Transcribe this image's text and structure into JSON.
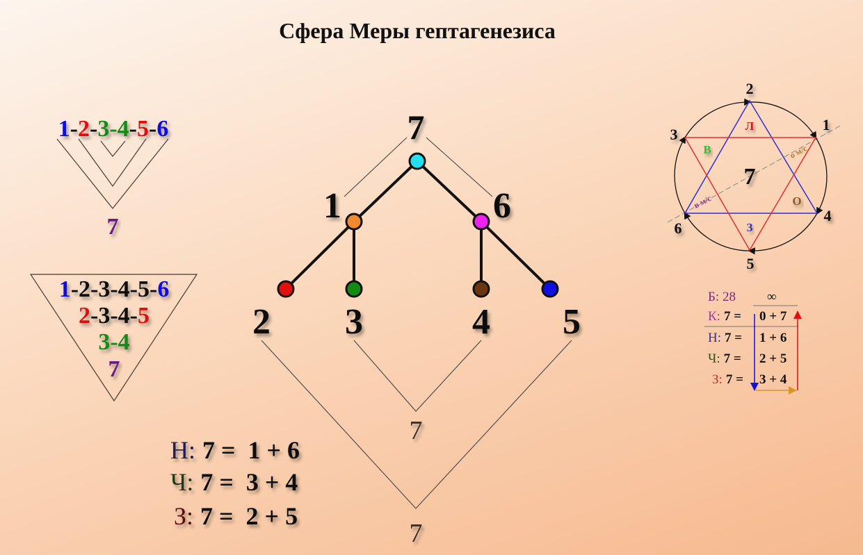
{
  "title": "Сфера Меры гептагенезиса",
  "colors": {
    "blue": "#1010e0",
    "red": "#e01010",
    "green": "#138a13",
    "purple": "#6a1a8a",
    "black": "#111111"
  },
  "left_top": {
    "seq": [
      "1",
      "-",
      "2",
      "-",
      "3",
      "-4",
      "-",
      "5",
      "-",
      "6"
    ],
    "result": "7"
  },
  "left_triangle": {
    "line1": [
      "1",
      "-2-3-4-5-",
      "6"
    ],
    "line2": [
      "2",
      "-3-4-",
      "5"
    ],
    "line3": "3-4",
    "line4": "7"
  },
  "tree": {
    "top": "7",
    "left": "1",
    "right": "6",
    "leaves": [
      "2",
      "3",
      "4",
      "5"
    ],
    "node_colors": [
      "#22e0f0",
      "#f08a30",
      "#ee22ee",
      "#e01010",
      "#138a13",
      "#6b3510",
      "#1010e0"
    ],
    "inner_sum": "7",
    "outer_sum": "7"
  },
  "equations_left": [
    {
      "label": "Н:",
      "eq": "7 =  1 + 6"
    },
    {
      "label": "Ч:",
      "eq": "7 =  3 + 4"
    },
    {
      "label": "З:",
      "eq": "7 =  2 + 5"
    }
  ],
  "star": {
    "points": [
      "1",
      "2",
      "3",
      "4",
      "5",
      "6"
    ],
    "center": "7",
    "inner": {
      "l": "Л",
      "v": "В",
      "o": "О",
      "z": "З",
      "om": "о м/с",
      "vm": "в м/с"
    }
  },
  "equations_right": {
    "b": "Б: 28",
    "inf": "∞",
    "rows": [
      {
        "label": "К:",
        "lhs": "7 =",
        "rhs": "0 + 7"
      },
      {
        "label": "Н:",
        "lhs": "7 =",
        "rhs": "1 + 6"
      },
      {
        "label": "Ч:",
        "lhs": "7 =",
        "rhs": "2 + 5"
      },
      {
        "label": "З:",
        "lhs": "7 =",
        "rhs": "3 + 4"
      }
    ]
  }
}
